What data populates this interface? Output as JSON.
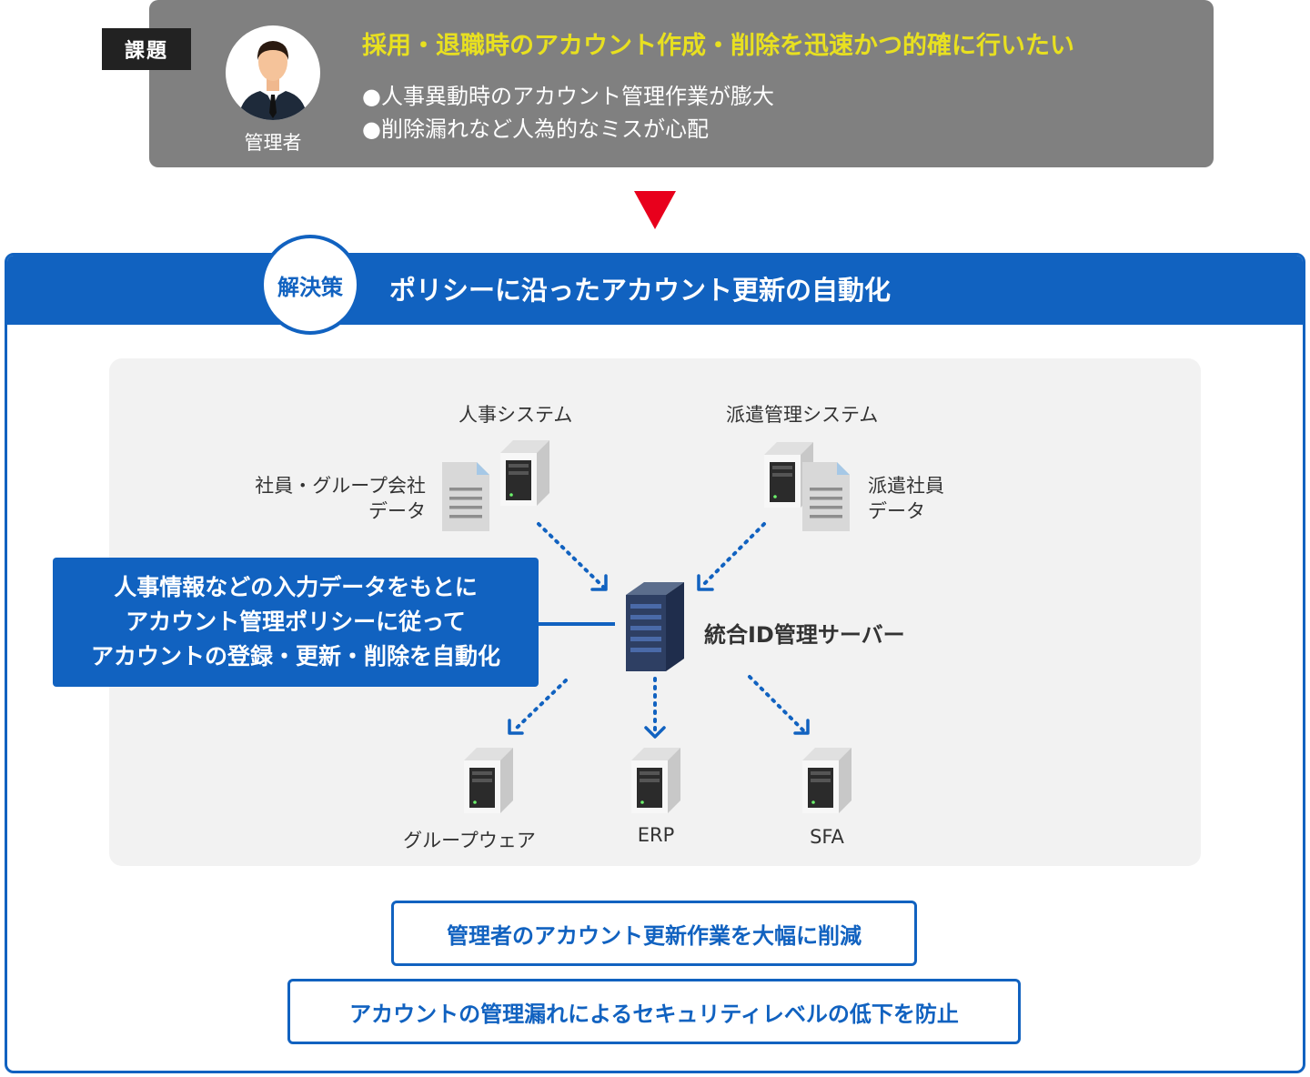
{
  "problem": {
    "tag": "課題",
    "persona_label": "管理者",
    "title": "採用・退職時のアカウント作成・削除を迅速かつ的確に行いたい",
    "items": [
      "●人事異動時のアカウント管理作業が膨大",
      "●削除漏れなど人為的なミスが心配"
    ]
  },
  "solution": {
    "tag": "解決策",
    "title": "ポリシーに沿ったアカウント更新の自動化"
  },
  "diagram": {
    "hr_system": "人事システム",
    "dispatch_system": "派遣管理システム",
    "employee_data": [
      "社員・グループ会社",
      "データ"
    ],
    "dispatch_data": [
      "派遣社員",
      "データ"
    ],
    "central_server": "統合ID管理サーバー",
    "callout": [
      "人事情報などの入力データをもとに",
      "アカウント管理ポリシーに従って",
      "アカウントの登録・更新・削除を自動化"
    ],
    "targets": [
      "グループウェア",
      "ERP",
      "SFA"
    ]
  },
  "results": [
    "管理者のアカウント更新作業を大幅に削減",
    "アカウントの管理漏れによるセキュリティレベルの低下を防止"
  ],
  "colors": {
    "brand_blue": "#1162c0",
    "problem_gray": "#808080",
    "highlight_yellow": "#e8e020",
    "arrow_red": "#e8001c"
  }
}
